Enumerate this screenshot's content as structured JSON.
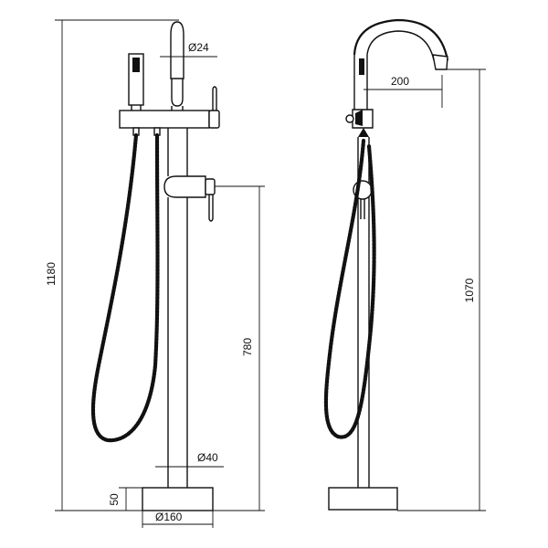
{
  "dimensions": {
    "pipe_diameter": "Ø24",
    "total_height": "1180",
    "valve_height": "780",
    "column_diameter": "Ø40",
    "base_height": "50",
    "base_diameter": "Ø160",
    "spout_reach": "200",
    "spout_height": "1070"
  }
}
